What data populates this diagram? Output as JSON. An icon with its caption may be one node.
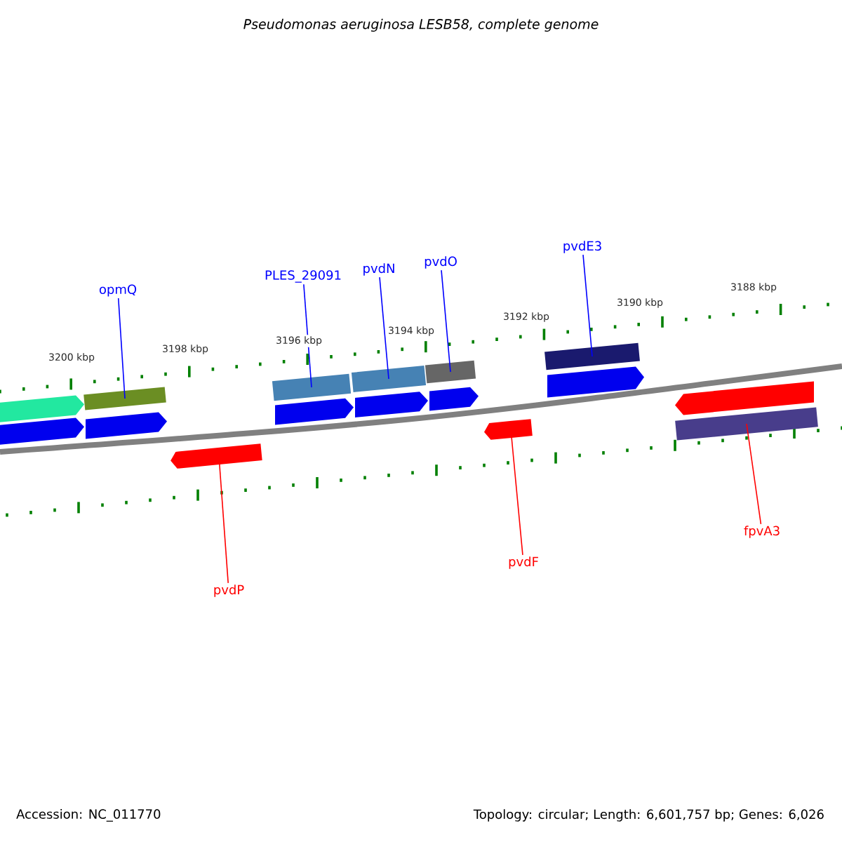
{
  "diagram": {
    "title": "Pseudomonas aeruginosa LESB58, complete genome",
    "nodes": [
      {
        "text": [
          "opmQ"
        ]
      },
      {
        "text": [
          "PLES_29091"
        ]
      },
      {
        "text": [
          "pvdN"
        ]
      },
      {
        "text": [
          "pvdO"
        ]
      },
      {
        "text": [
          "pvdE3"
        ]
      },
      {
        "text": [
          "pvdP"
        ]
      },
      {
        "text": [
          "pvdF"
        ]
      },
      {
        "text": [
          "fpvA3"
        ]
      },
      {
        "text": [],
        "shape": "bar"
      },
      {
        "text": [],
        "shape": "bar"
      },
      {
        "text": [],
        "shape": "bar"
      },
      {
        "text": [],
        "shape": "bar"
      },
      {
        "text": [],
        "shape": "bar"
      },
      {
        "text": [],
        "shape": "arrow"
      },
      {
        "text": [],
        "shape": "arrow"
      },
      {
        "text": [],
        "shape": "bar"
      }
    ],
    "edges": [
      {
        "from": 0,
        "to": 8,
        "arrow": "none"
      },
      {
        "from": 1,
        "to": 9,
        "arrow": "none"
      },
      {
        "from": 2,
        "to": 10,
        "arrow": "none"
      },
      {
        "from": 3,
        "to": 11,
        "arrow": "none"
      },
      {
        "from": 4,
        "to": 12,
        "arrow": "none"
      },
      {
        "from": 5,
        "to": 13,
        "arrow": "none",
        "color": "#ff0000"
      },
      {
        "from": 6,
        "to": 14,
        "arrow": "none",
        "color": "#ff0000"
      },
      {
        "from": 7,
        "to": 15,
        "arrow": "none",
        "color": "#ff0000"
      }
    ],
    "labels": [
      "3200 kbp",
      "3198 kbp",
      "3196 kbp",
      "3194 kbp",
      "3192 kbp",
      "3190 kbp",
      "3188 kbp",
      "Accession: NC_011770",
      "Topology: circular; Length: 6,601,757 bp; Genes: 6,026"
    ]
  }
}
